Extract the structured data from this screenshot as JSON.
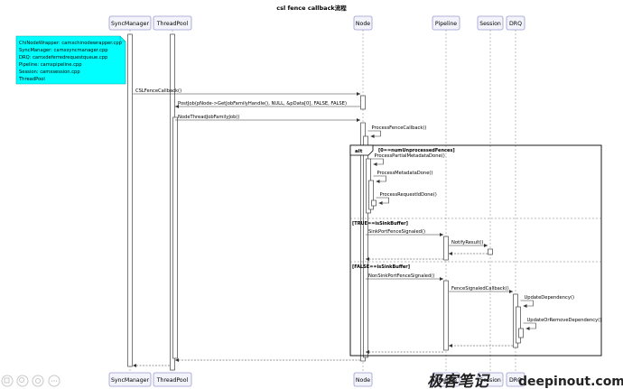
{
  "title": "csl fence callback流程",
  "participants": [
    {
      "id": "sm",
      "label": "SyncManager"
    },
    {
      "id": "tp",
      "label": "ThreadPool"
    },
    {
      "id": "node",
      "label": "Node"
    },
    {
      "id": "pipe",
      "label": "Pipeline"
    },
    {
      "id": "sess",
      "label": "Session"
    },
    {
      "id": "drq",
      "label": "DRQ"
    }
  ],
  "note_lines": [
    "ChiNodeWrapper: camxchinodewrapper.cpp",
    "SyncManager: camxsyncmanager.cpp",
    "DRQ: camxdeferredrequestqueue.cpp",
    "Pipeline: camxpipeline.cpp",
    "Session: camxsession.cpp",
    "ThreadPool"
  ],
  "messages": [
    {
      "id": "m1",
      "from": "sm",
      "to": "node",
      "label": "CSLFenceCallback()",
      "style": "solid"
    },
    {
      "id": "m2",
      "from": "node",
      "to": "tp",
      "label": "PostJob(pNode->GetJobFamilyHandle(), NULL, &pData[0], FALSE, FALSE)",
      "style": "solid"
    },
    {
      "id": "m3",
      "from": "tp",
      "to": "node",
      "label": "NodeThreadJobFamilyJob()",
      "style": "solid"
    },
    {
      "id": "m4",
      "from": "node",
      "to": "node",
      "label": "ProcessFenceCallback()",
      "style": "self"
    },
    {
      "id": "m5",
      "from": "node",
      "to": "node",
      "label": "ProcessPartialMetadataDone()",
      "style": "self"
    },
    {
      "id": "m6",
      "from": "node",
      "to": "node",
      "label": "ProcessMetadataDone()",
      "style": "self"
    },
    {
      "id": "m7",
      "from": "node",
      "to": "node",
      "label": "ProcessRequestIdDone()",
      "style": "self"
    },
    {
      "id": "m8",
      "from": "node",
      "to": "pipe",
      "label": "SinkPortFenceSignaled()",
      "style": "solid"
    },
    {
      "id": "m9",
      "from": "pipe",
      "to": "sess",
      "label": "NotifyResult()",
      "style": "solid"
    },
    {
      "id": "m10",
      "from": "sess",
      "to": "pipe",
      "label": "",
      "style": "dashed"
    },
    {
      "id": "m11",
      "from": "pipe",
      "to": "node",
      "label": "",
      "style": "dashed"
    },
    {
      "id": "m12",
      "from": "node",
      "to": "pipe",
      "label": "NonSinkPortFenceSignaled()",
      "style": "solid"
    },
    {
      "id": "m13",
      "from": "pipe",
      "to": "drq",
      "label": "FenceSignaledCallback()",
      "style": "solid"
    },
    {
      "id": "m14",
      "from": "drq",
      "to": "drq",
      "label": "UpdateDependency()",
      "style": "self"
    },
    {
      "id": "m15",
      "from": "drq",
      "to": "drq",
      "label": "UpdateOrRemoveDependency()",
      "style": "self"
    },
    {
      "id": "m16",
      "from": "drq",
      "to": "pipe",
      "label": "",
      "style": "dashed"
    },
    {
      "id": "m17",
      "from": "pipe",
      "to": "node",
      "label": "",
      "style": "dashed"
    },
    {
      "id": "m18",
      "from": "node",
      "to": "tp",
      "label": "",
      "style": "dashed"
    },
    {
      "id": "m19",
      "from": "tp",
      "to": "sm",
      "label": "",
      "style": "dashed"
    }
  ],
  "alt": {
    "tag": "alt",
    "guards": [
      "[0==numUnprocessedFences]",
      "[TRUE==isSinkBuffer]",
      "[FALSE==isSinkBuffer]"
    ]
  },
  "watermark": {
    "cjk": "极客笔记",
    "domain": "deepinout.com"
  },
  "toolbar": [
    {
      "icon": "copy-icon"
    },
    {
      "icon": "zoom-icon"
    },
    {
      "icon": "target-icon"
    },
    {
      "icon": "more-icon"
    }
  ]
}
